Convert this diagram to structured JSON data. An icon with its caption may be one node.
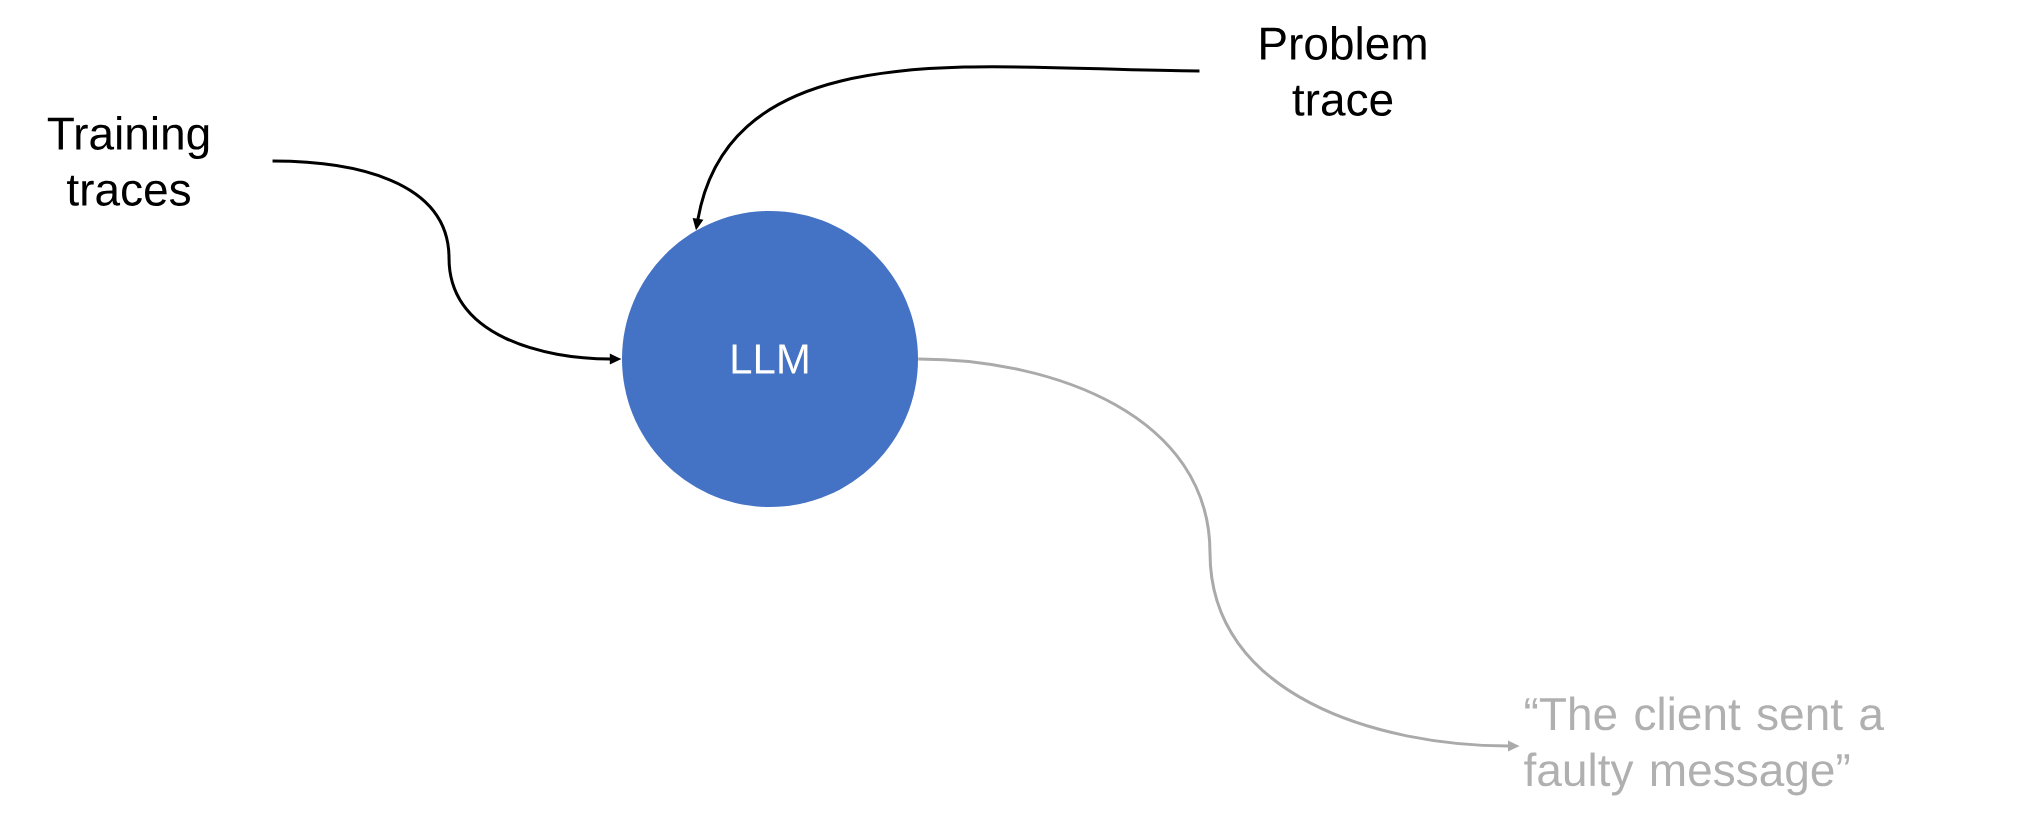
{
  "diagram": {
    "nodes": [
      {
        "text": [
          "Training traces"
        ]
      },
      {
        "text": [
          "Problem trace"
        ]
      },
      {
        "text": [
          "LLM"
        ]
      },
      {
        "text": [
          "“The client sent a faulty message”"
        ]
      }
    ],
    "edges": [
      {
        "from": 0,
        "to": 2,
        "arrow": "to"
      },
      {
        "from": 1,
        "to": 2,
        "arrow": "to"
      },
      {
        "from": 2,
        "to": 3,
        "arrow": "to",
        "color": "#aaaaaa"
      }
    ]
  }
}
